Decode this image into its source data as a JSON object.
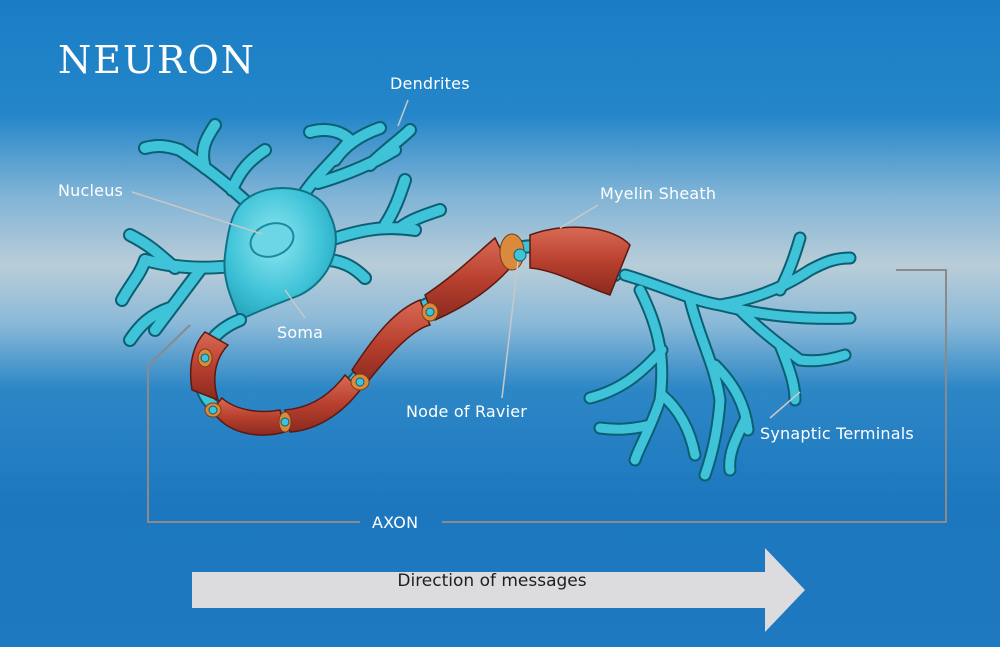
{
  "title": "NEURON",
  "labels": {
    "dendrites": "Dendrites",
    "nucleus": "Nucleus",
    "soma": "Soma",
    "myelin_sheath": "Myelin Sheath",
    "node_of_ravier": "Node of Ravier",
    "synaptic_terminals": "Synaptic Terminals",
    "axon": "AXON"
  },
  "direction_label": "Direction of messages",
  "colors": {
    "background": "#1e79c0",
    "neuron_body": "#3fc3d8",
    "myelin": "#b9402f",
    "node_ring": "#d98a3c",
    "leader_line": "#c8c8c8",
    "arrow": "#dcdcdf"
  }
}
